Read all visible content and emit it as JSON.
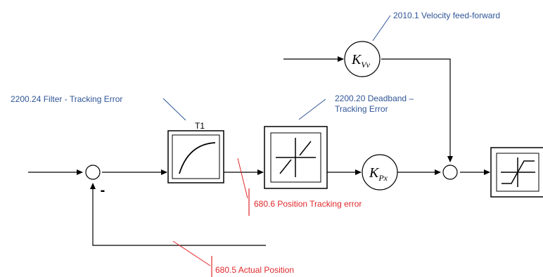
{
  "labels": {
    "velocity_ff": "2010.1 Velocity feed-forward",
    "filter": "2200.24 Filter - Tracking Error",
    "deadband_line1": "2200.20 Deadband –",
    "deadband_line2": "Tracking Error",
    "position_tracking_error": "680.6 Position Tracking error",
    "actual_position": "680.5 Actual Position"
  },
  "blocks": {
    "filter_name": "T1",
    "gain_vel_main": "K",
    "gain_vel_sub": "Vv",
    "gain_pos_main": "K",
    "gain_pos_sub": "Px"
  },
  "signs": {
    "feedback": "-"
  },
  "colors": {
    "blue_label": "#2F5597",
    "red_label": "#E0282C",
    "line": "#000000"
  }
}
